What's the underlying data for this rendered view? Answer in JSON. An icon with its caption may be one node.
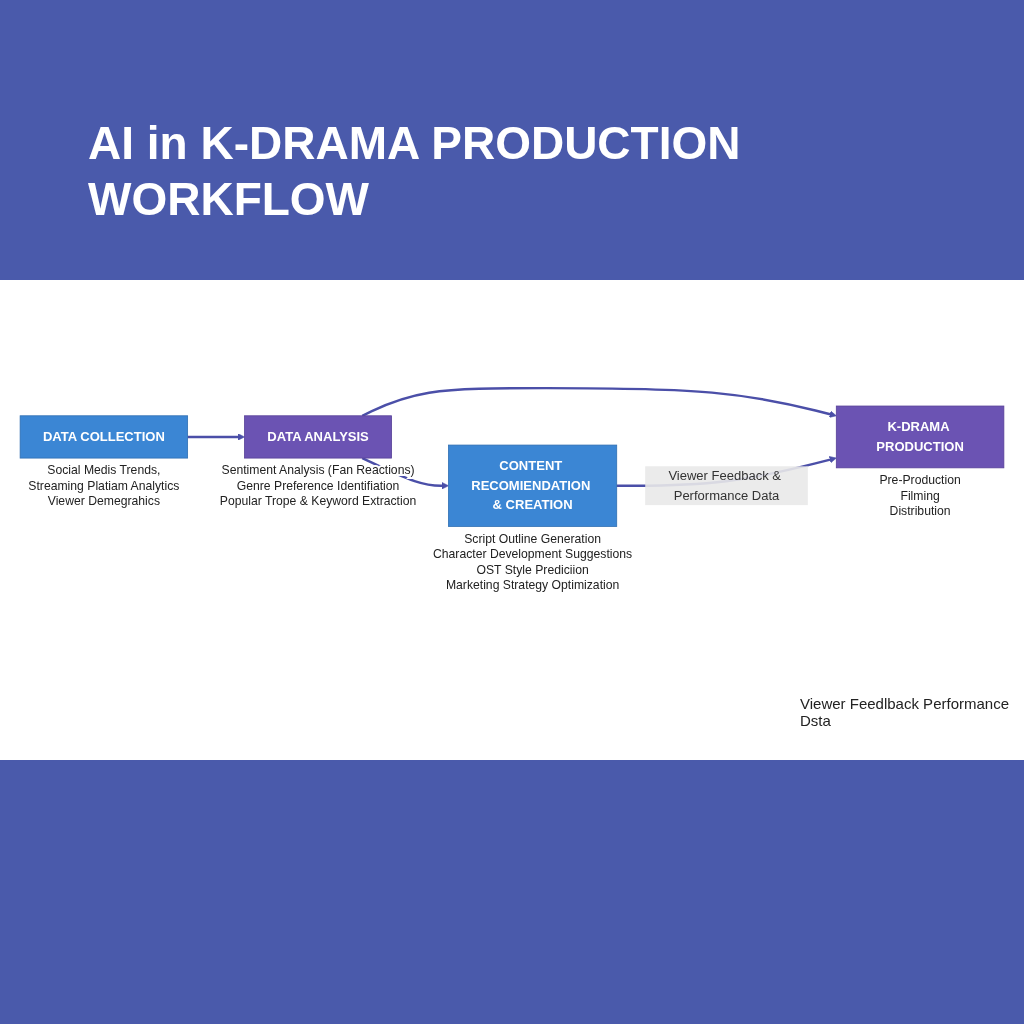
{
  "diagram": {
    "title": "AI in K-DRAMA PRODUCTION WORKFLOW",
    "nodes": [
      {
        "text": [
          "DATA COLLECTION"
        ],
        "beside": [
          "Social Medis Trends,",
          "Streaming Platiam Analytics",
          "Viewer Demegrahics"
        ]
      },
      {
        "text": [
          "DATA ANALYSIS"
        ],
        "beside": [
          "Sentiment Analysis (Fan Reactions)",
          "Genre Preference Identifiation",
          "Popular Trope & Keyword Extraction"
        ]
      },
      {
        "text": [
          "CONTENT RECOMIENDATION & CREATION"
        ],
        "beside": [
          "Script Outline Generation",
          "Character Development Suggestions",
          "OST Style Prediciion",
          "Marketing Strategy Optimization"
        ]
      },
      {
        "text": [
          "K-DRAMA PRODUCTION"
        ],
        "beside": [
          "Pre-Production",
          "Filming",
          "Distribution"
        ]
      }
    ],
    "edges": [
      {
        "from": 0,
        "to": 1,
        "arrow": "to"
      },
      {
        "from": 1,
        "to": 2,
        "arrow": "to"
      },
      {
        "from": 1,
        "to": 3,
        "arrow": "to"
      },
      {
        "from": 2,
        "to": 3,
        "arrow": "to",
        "label": "Viewer Feedback & Performance Data"
      }
    ],
    "labels": [
      "Viewer Feedlback Performance Dsta"
    ]
  }
}
